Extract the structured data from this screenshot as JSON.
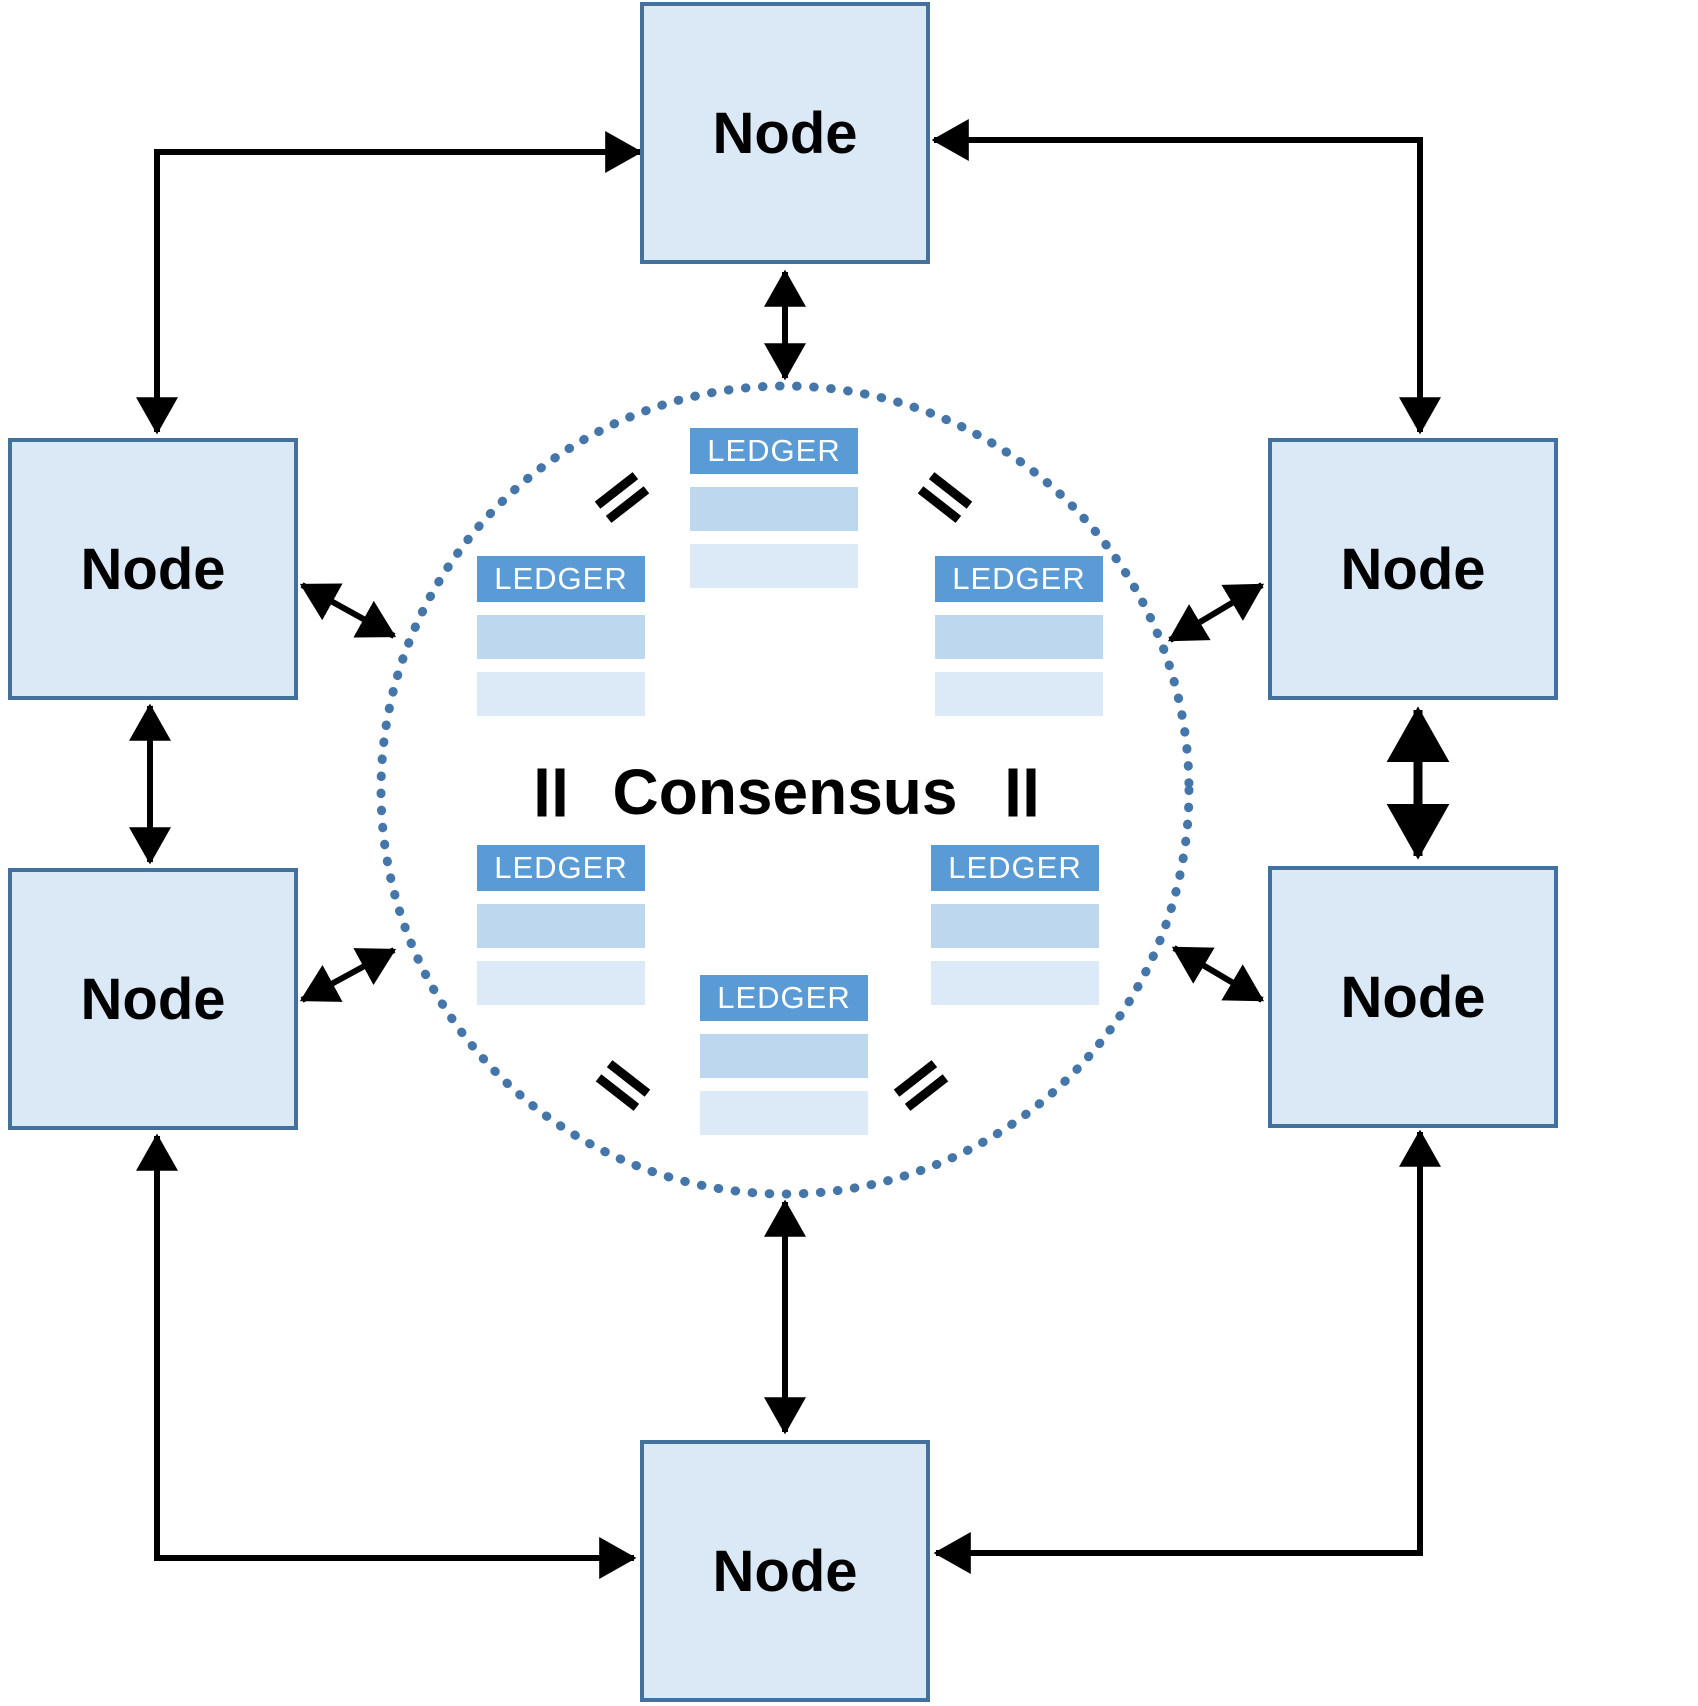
{
  "consensus": {
    "label": "Consensus"
  },
  "nodes": [
    {
      "position": "top",
      "label": "Node"
    },
    {
      "position": "upper-left",
      "label": "Node"
    },
    {
      "position": "upper-right",
      "label": "Node"
    },
    {
      "position": "lower-left",
      "label": "Node"
    },
    {
      "position": "lower-right",
      "label": "Node"
    },
    {
      "position": "bottom",
      "label": "Node"
    }
  ],
  "ledgers": [
    {
      "position": "top-center",
      "title": "LEDGER",
      "rows": 2
    },
    {
      "position": "upper-left",
      "title": "LEDGER",
      "rows": 2
    },
    {
      "position": "upper-right",
      "title": "LEDGER",
      "rows": 2
    },
    {
      "position": "lower-left",
      "title": "LEDGER",
      "rows": 2
    },
    {
      "position": "lower-right",
      "title": "LEDGER",
      "rows": 2
    },
    {
      "position": "bottom-center",
      "title": "LEDGER",
      "rows": 2
    }
  ],
  "icons": {
    "equals": "="
  },
  "colors": {
    "node_fill": "#dbe8f6",
    "node_border": "#41719c",
    "node_text": "#000000",
    "ledger_header": "#5b9bd5",
    "ledger_text": "#ffffff",
    "ledger_row_medium": "#bdd7ee",
    "ledger_row_light": "#dce9f7",
    "circle_dots": "#4576a9",
    "arrow": "#000000"
  }
}
